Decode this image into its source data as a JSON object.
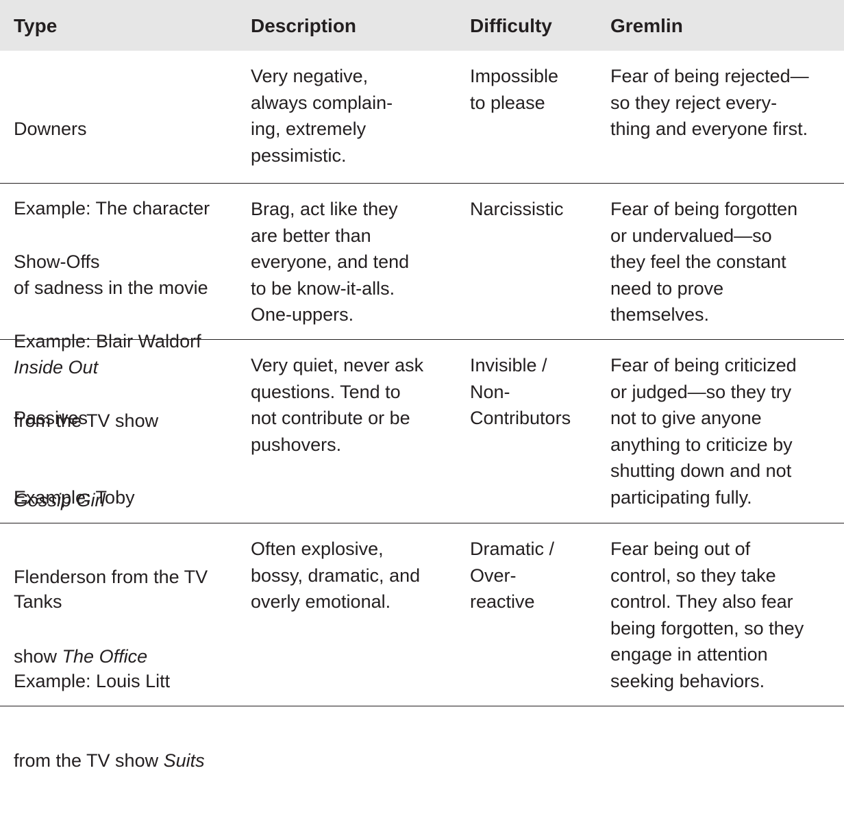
{
  "headers": {
    "type": "Type",
    "description": "Description",
    "difficulty": "Difficulty",
    "gremlin": "Gremlin"
  },
  "rows": [
    {
      "type_name": "Downers",
      "example_prefix": "Example: The character",
      "example_line2": "of sadness in the movie",
      "example_title": "Inside Out",
      "description": "Very negative,\nalways complain-\ning, extremely\npessimistic.",
      "difficulty": "Impossible\nto please",
      "gremlin": "Fear of being rejected—\nso they reject every-\nthing and everyone first."
    },
    {
      "type_name": "Show-Offs",
      "example_prefix": "Example: Blair Waldorf",
      "example_line2": "from the TV show",
      "example_title": "Gossip Girl",
      "description": "Brag, act like they\nare better than\neveryone, and tend\nto be know-it-alls.\nOne-uppers.",
      "difficulty": "Narcissistic",
      "gremlin": "Fear of being forgotten\nor undervalued—so\nthey feel the constant\nneed to prove\nthemselves."
    },
    {
      "type_name": "Passives",
      "example_prefix": "Example: Toby",
      "example_line2": "Flenderson from the TV",
      "example_line3_lead": "show ",
      "example_title": "The Office",
      "description": "Very quiet, never ask\nquestions. Tend to\nnot contribute or be\npushovers.",
      "difficulty": "Invisible /\nNon-\nContributors",
      "gremlin": "Fear of being criticized\nor judged—so they try\nnot to give anyone\nanything to criticize by\nshutting down and not\nparticipating fully."
    },
    {
      "type_name": "Tanks",
      "example_prefix": "Example: Louis Litt",
      "example_line2_lead": "from the TV show ",
      "example_title": "Suits",
      "description": "Often explosive,\nbossy, dramatic, and\noverly emotional.",
      "difficulty": "Dramatic /\nOver-\nreactive",
      "gremlin": "Fear being out of\ncontrol, so they take\ncontrol. They also fear\nbeing forgotten, so they\nengage in attention\nseeking behaviors."
    }
  ]
}
